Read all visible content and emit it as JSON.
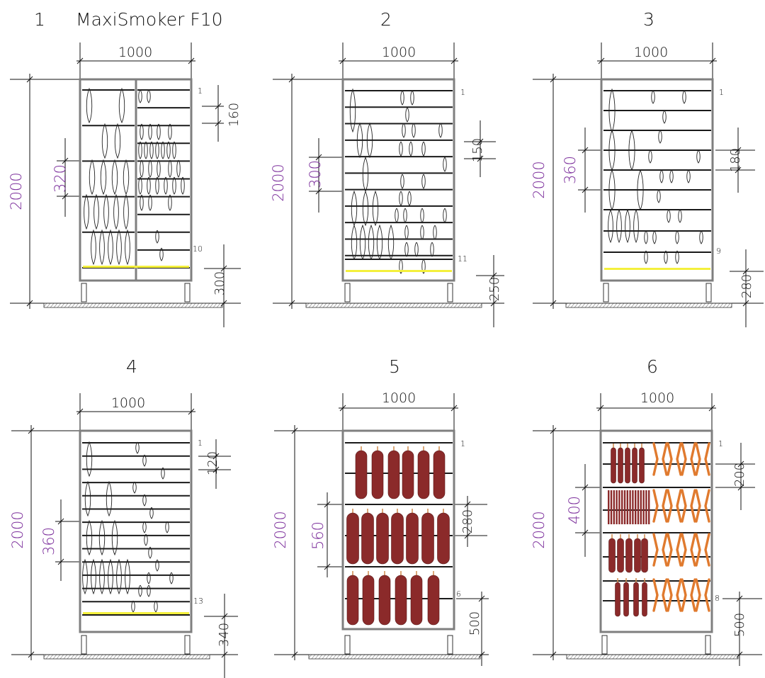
{
  "title": "MaxiSmoker F10",
  "colors": {
    "frame": "#7f7f7f",
    "bar": "#1a1a1a",
    "purple": "#7b2d9b",
    "yellow": "#f4f03c",
    "sausage": "#8b2a2a",
    "sausage_small": "#e07a2e",
    "hatch": "#333333"
  },
  "panels": [
    {
      "id": "1",
      "number": "1",
      "width_label": "1000",
      "height_label": "2000",
      "spacing_label": "320",
      "pitch_label": "160",
      "leg_label": "300",
      "first_label": "1",
      "last_label": "10",
      "rails": 11,
      "content": "fish-split",
      "yellow_tray": true
    },
    {
      "id": "2",
      "number": "2",
      "width_label": "1000",
      "height_label": "2000",
      "spacing_label": "300",
      "pitch_label": "150",
      "leg_label": "250",
      "first_label": "1",
      "last_label": "11",
      "rails": 12,
      "content": "fish",
      "yellow_tray": true
    },
    {
      "id": "3",
      "number": "3",
      "width_label": "1000",
      "height_label": "2000",
      "spacing_label": "360",
      "pitch_label": "180",
      "leg_label": "280",
      "first_label": "1",
      "last_label": "9",
      "rails": 9,
      "content": "fish",
      "yellow_tray": true
    },
    {
      "id": "4",
      "number": "4",
      "width_label": "1000",
      "height_label": "2000",
      "spacing_label": "360",
      "pitch_label": "120",
      "leg_label": "340",
      "first_label": "1",
      "last_label": "13",
      "rails": 14,
      "content": "fish",
      "yellow_tray": true
    },
    {
      "id": "5",
      "number": "5",
      "width_label": "1000",
      "height_label": "2000",
      "spacing_label": "560",
      "pitch_label": "280",
      "leg_label": "500",
      "first_label": "1",
      "last_label": "6",
      "rails": 6,
      "content": "sausage-large",
      "yellow_tray": false
    },
    {
      "id": "6",
      "number": "6",
      "width_label": "1000",
      "height_label": "2000",
      "spacing_label": "400",
      "pitch_label": "200",
      "leg_label": "500",
      "first_label": "1",
      "last_label": "8",
      "rails": 8,
      "content": "sausage-mixed",
      "yellow_tray": false
    }
  ]
}
